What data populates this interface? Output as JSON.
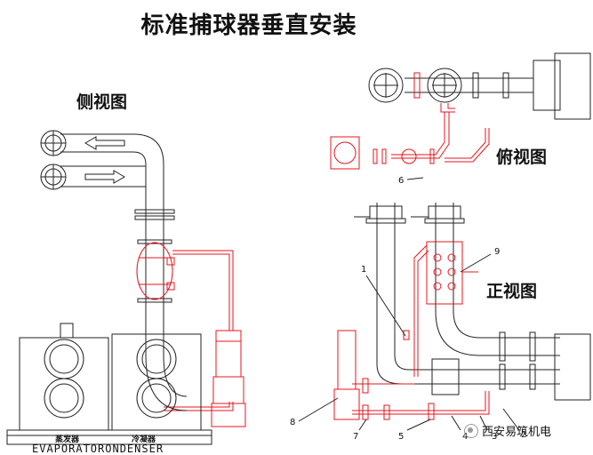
{
  "title": "标准捕球器垂直安装",
  "views": {
    "side": "侧视图",
    "top": "俯视图",
    "front": "正视图"
  },
  "callouts": [
    "1",
    "2",
    "3",
    "4",
    "5",
    "6",
    "7",
    "8",
    "9"
  ],
  "equipment_labels": {
    "evaporator": "蒸发器",
    "condenser": "冷凝器"
  },
  "bottom_label": "EVAPORATORONDENSER",
  "watermark": "西安易筑机电",
  "colors": {
    "pipe": "#222222",
    "system": "#e8141c"
  }
}
